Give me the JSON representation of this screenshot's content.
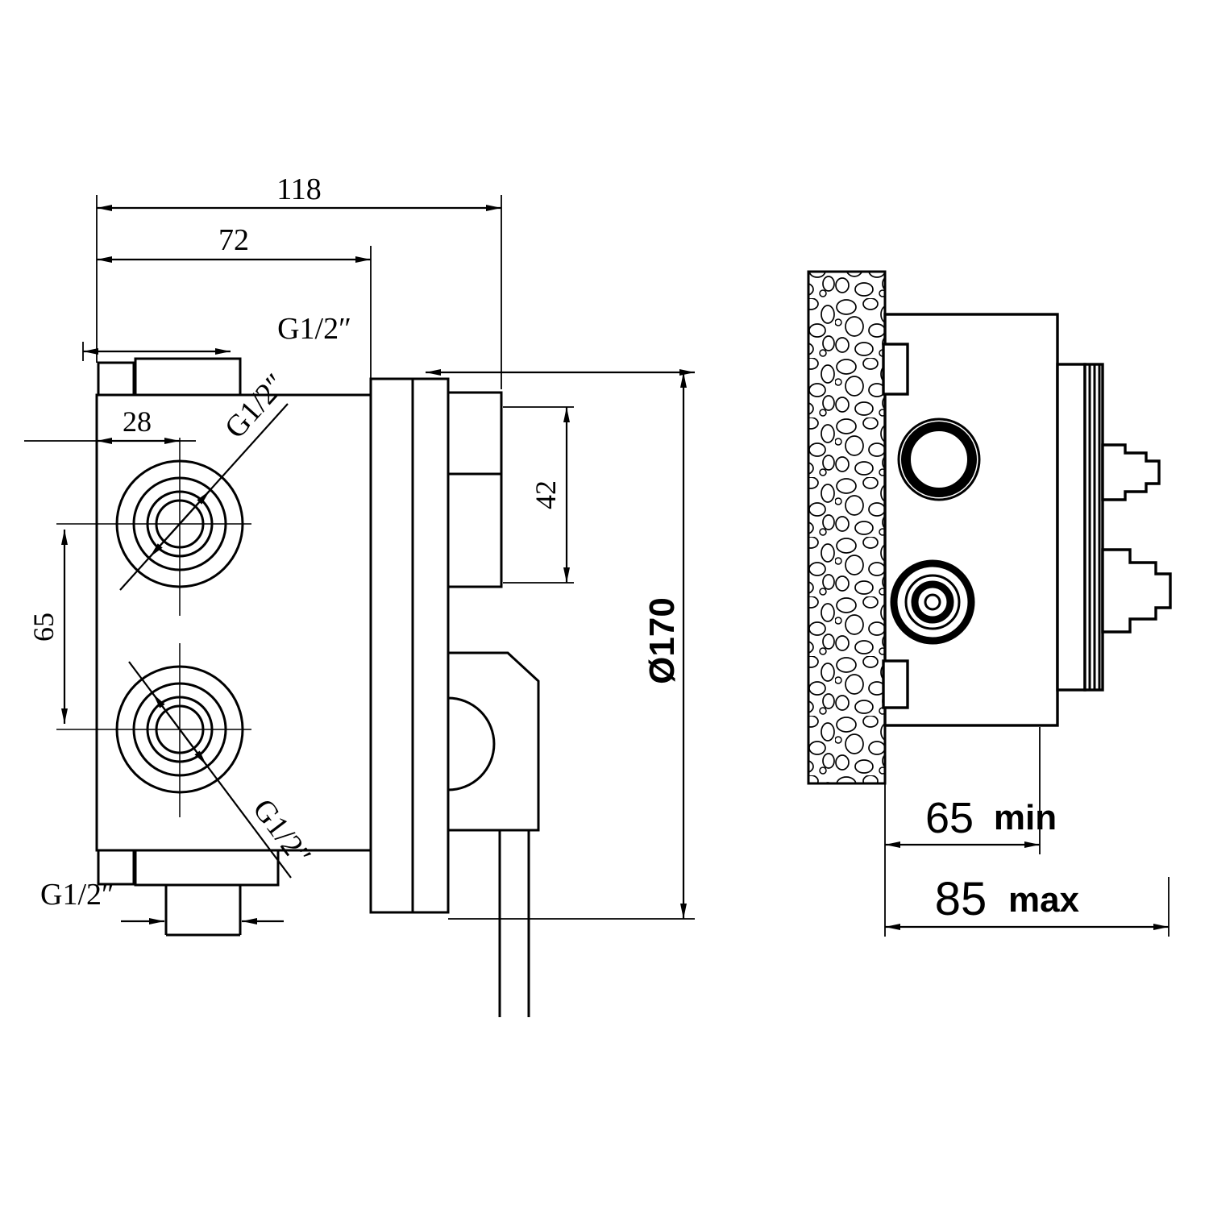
{
  "diagram": {
    "front_view": {
      "dims": {
        "overall_depth": "118",
        "body_depth": "72",
        "top_port_thread": "G1/2″",
        "upper_port_thread": "G1/2″",
        "port_offset": "28",
        "port_spacing": "65",
        "handle_height": "42",
        "plate_diameter": "Ø170",
        "lower_port_thread": "G1/2″",
        "bottom_port_thread": "G1/2″"
      }
    },
    "section_view": {
      "dims": {
        "depth_min_value": "65",
        "depth_min_qualifier": "min",
        "depth_max_value": "85",
        "depth_max_qualifier": "max"
      }
    }
  }
}
